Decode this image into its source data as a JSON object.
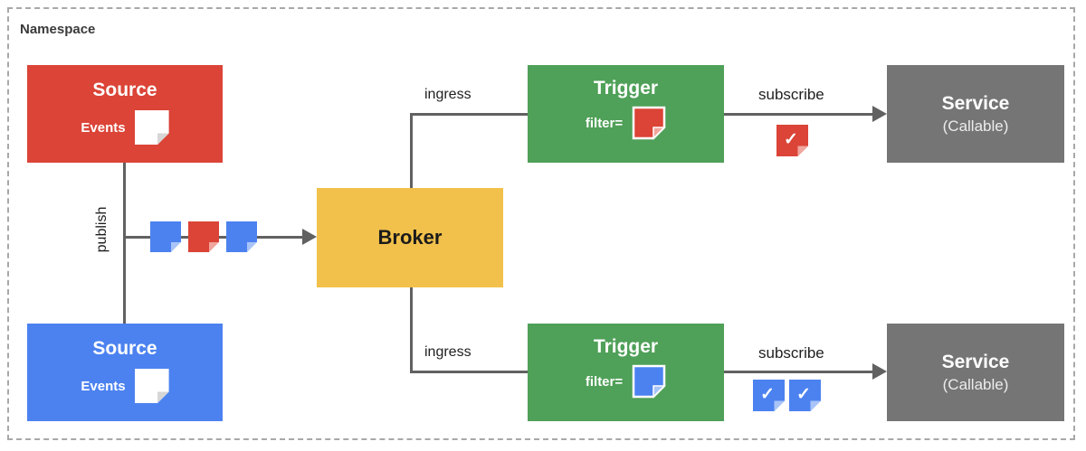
{
  "namespace": {
    "label": "Namespace"
  },
  "nodes": {
    "source_top": {
      "title": "Source",
      "events_label": "Events"
    },
    "source_bottom": {
      "title": "Source",
      "events_label": "Events"
    },
    "broker": {
      "title": "Broker"
    },
    "trigger_top": {
      "title": "Trigger",
      "filter_label": "filter="
    },
    "trigger_bottom": {
      "title": "Trigger",
      "filter_label": "filter="
    },
    "service_top": {
      "title": "Service",
      "subtitle": "(Callable)"
    },
    "service_bottom": {
      "title": "Service",
      "subtitle": "(Callable)"
    }
  },
  "edges": {
    "publish": {
      "label": "publish"
    },
    "ingress_top": {
      "label": "ingress"
    },
    "ingress_bottom": {
      "label": "ingress"
    },
    "subscribe_top": {
      "label": "subscribe"
    },
    "subscribe_bottom": {
      "label": "subscribe"
    }
  },
  "icons": {
    "checkmark": "✓"
  },
  "colors": {
    "red": "#DB4437",
    "blue": "#4C82F0",
    "green": "#4FA058",
    "yellow": "#F2C14B",
    "gray": "#757575",
    "line": "#616161"
  }
}
